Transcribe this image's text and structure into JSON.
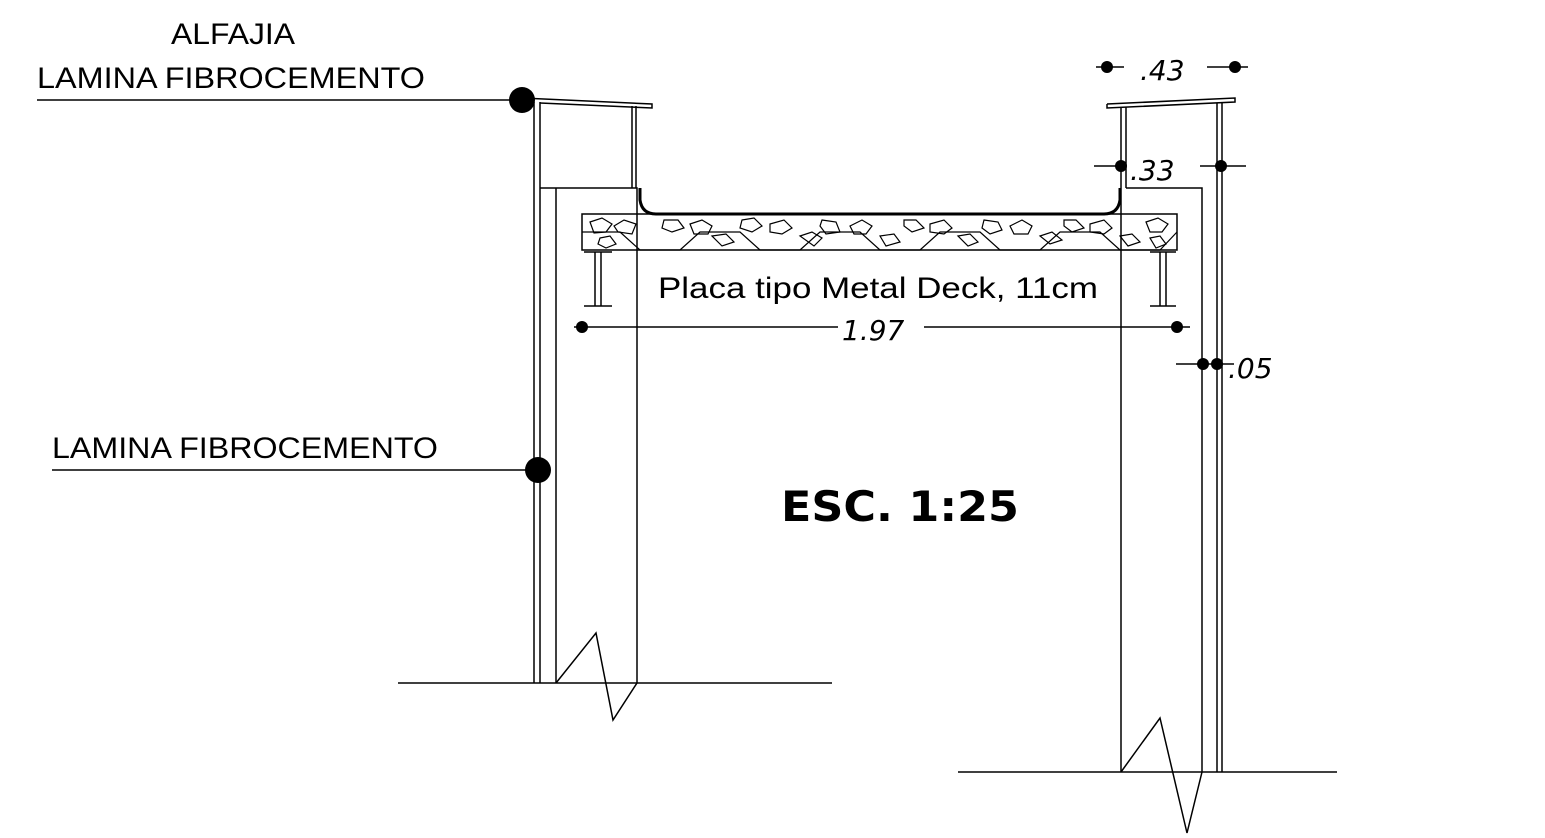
{
  "labels": {
    "alfajia": "ALFAJIA",
    "lamina_top": "LAMINA FIBROCEMENTO",
    "lamina_mid": "LAMINA FIBROCEMENTO",
    "slab": "Placa tipo Metal Deck, 11cm",
    "scale": "ESC. 1:25"
  },
  "dimensions": {
    "top_width": ".43",
    "inner_width": ".33",
    "span": "1.97",
    "gap": ".05"
  }
}
